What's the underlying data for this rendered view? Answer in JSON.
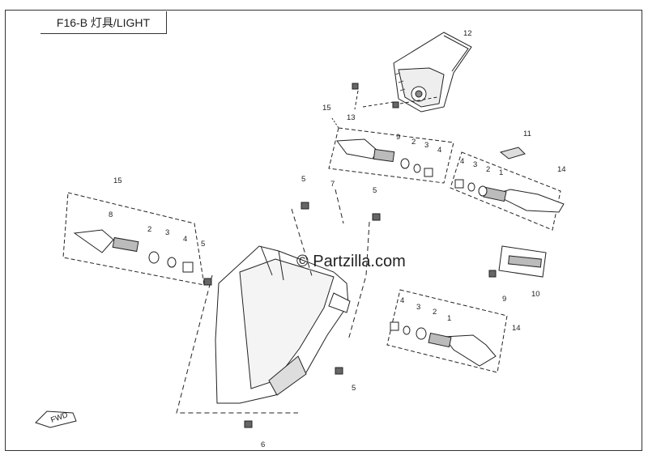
{
  "diagram": {
    "title": "F16-B 灯具/LIGHT",
    "watermark": "© Partzilla.com",
    "fwd_label": "FWD",
    "callouts": {
      "c12": "12",
      "c13": "13",
      "c15a": "15",
      "c9a": "9",
      "c2a": "2",
      "c3a": "3",
      "c4a": "4",
      "c11": "11",
      "c4b": "4",
      "c3b": "3",
      "c2b": "2",
      "c1a": "1",
      "c14a": "14",
      "c15b": "15",
      "c8": "8",
      "c2c": "2",
      "c3c": "3",
      "c4c": "4",
      "c5a": "5",
      "c5b": "5",
      "c7": "7",
      "c5c": "5",
      "c10": "10",
      "c9b": "9",
      "c4d": "4",
      "c3d": "3",
      "c2d": "2",
      "c1b": "1",
      "c14b": "14",
      "c5d": "5",
      "c6": "6"
    }
  }
}
